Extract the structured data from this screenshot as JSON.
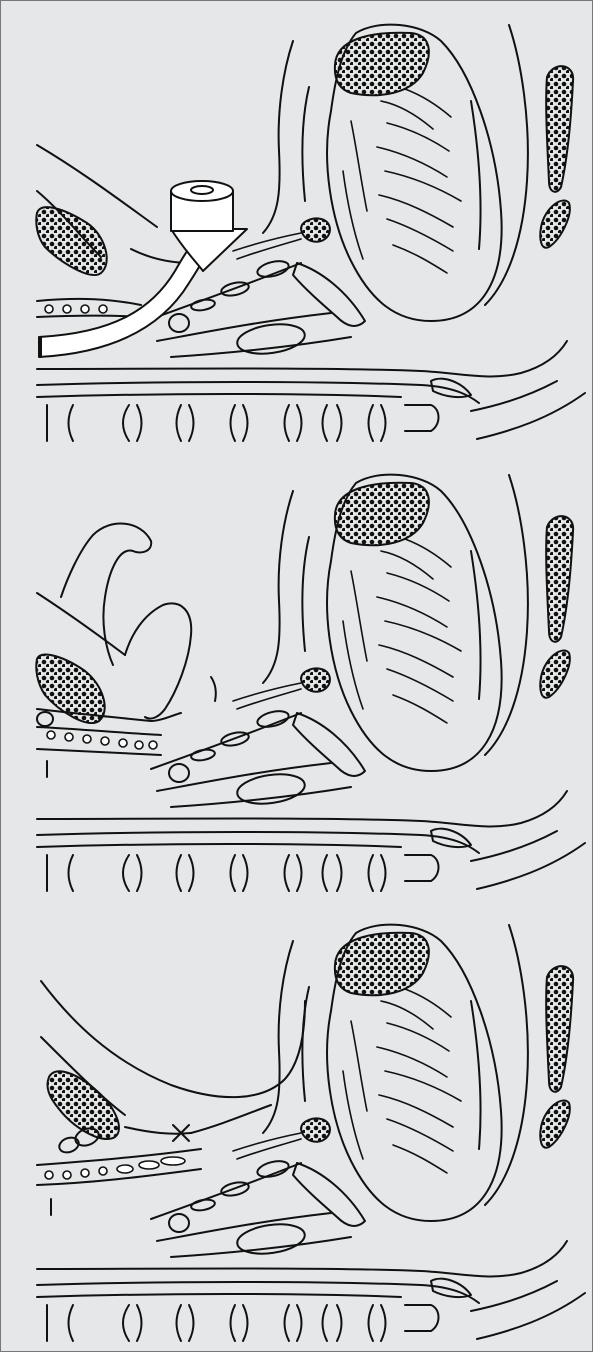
{
  "figure": {
    "panels": [
      {
        "id": "top",
        "device": "urethral-catheter"
      },
      {
        "id": "middle",
        "device": "none"
      },
      {
        "id": "bottom",
        "device": "none"
      }
    ],
    "marker_text": "x"
  },
  "colors": {
    "background": "#e6e7e8",
    "stroke": "#111111",
    "device_fill": "#ffffff"
  }
}
